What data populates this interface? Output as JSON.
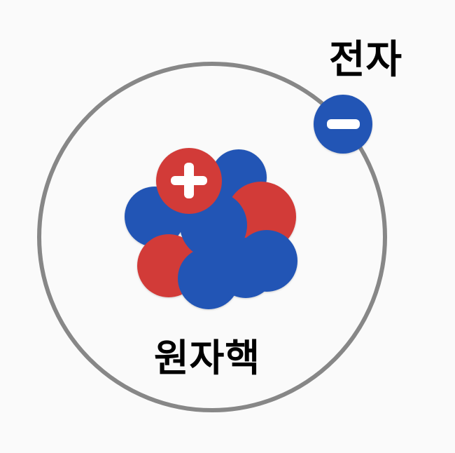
{
  "labels": {
    "electron": "전자",
    "nucleus": "원자핵"
  },
  "colors": {
    "background": "#fafafa",
    "orbit": "#878787",
    "neutron": "#2455b5",
    "proton": "#d23b38",
    "text": "#000000",
    "symbol": "#ffffff"
  },
  "particles": {
    "electron_symbol": "minus-sign",
    "proton_symbol": "plus-sign",
    "proton_count": 3,
    "neutron_count": 6
  }
}
